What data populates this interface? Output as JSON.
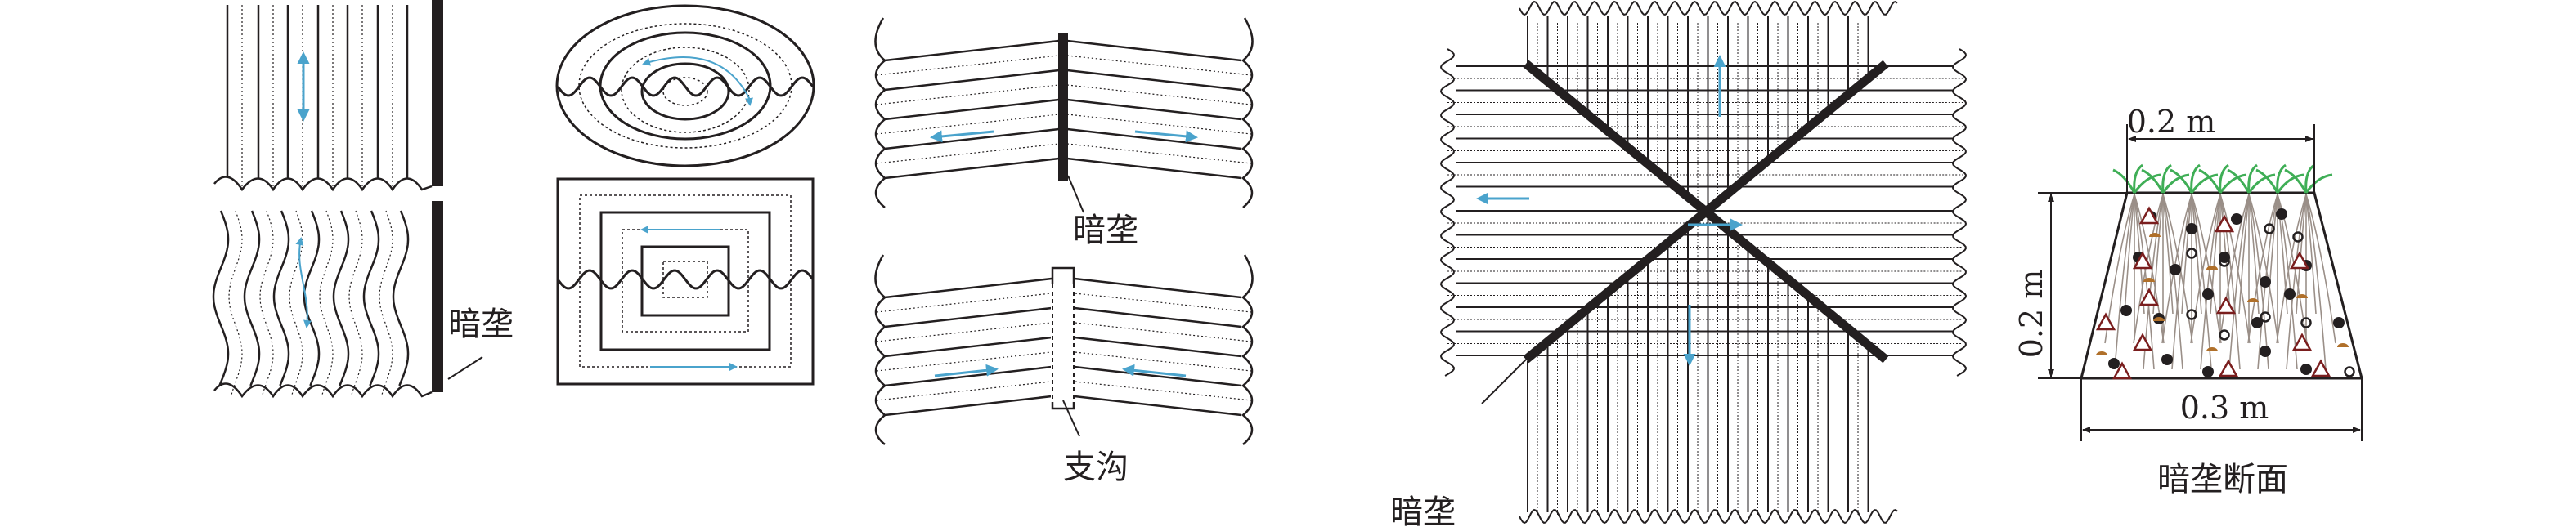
{
  "figure": {
    "colors": {
      "line": "#231f20",
      "flow_arrow": "#4aa3cc",
      "grass": "#3fae56",
      "root": "#9a8f88",
      "stone": "#231f20",
      "triangle": "#7a1e1e",
      "organic": "#b0702a"
    },
    "panels": [
      {
        "id": "parallel-straight-and-wavy",
        "description": "Straight and wavy ridges beside a single mole drain",
        "label": "暗垄",
        "flow_directions": [
          "up",
          "down"
        ]
      },
      {
        "id": "concentric-ellipse-and-square",
        "description": "Concentric ellipse and nested square ridges crossed by a wavy drain line",
        "flow_directions": [
          "counterclockwise"
        ]
      },
      {
        "id": "herringbone-with-drain",
        "description": "Ridges sloping away from a central mole drain",
        "label": "暗垄",
        "flow_directions": [
          "left",
          "right"
        ]
      },
      {
        "id": "herringbone-with-branch-ditch",
        "description": "Ridges sloping toward a central branch ditch",
        "label": "支沟",
        "flow_directions": [
          "right",
          "left"
        ]
      },
      {
        "id": "x-pattern",
        "description": "Diagonal X-shaped mole drains dividing four ridge quadrants",
        "label": "暗垄",
        "flow_directions": [
          "up",
          "left",
          "right",
          "down"
        ]
      },
      {
        "id": "cross-section",
        "description": "Trapezoidal mole drain cross-section with grass and roots",
        "title": "暗垄断面",
        "top_width": "0.2 m",
        "height": "0.2 m",
        "bottom_width": "0.3 m"
      }
    ]
  }
}
